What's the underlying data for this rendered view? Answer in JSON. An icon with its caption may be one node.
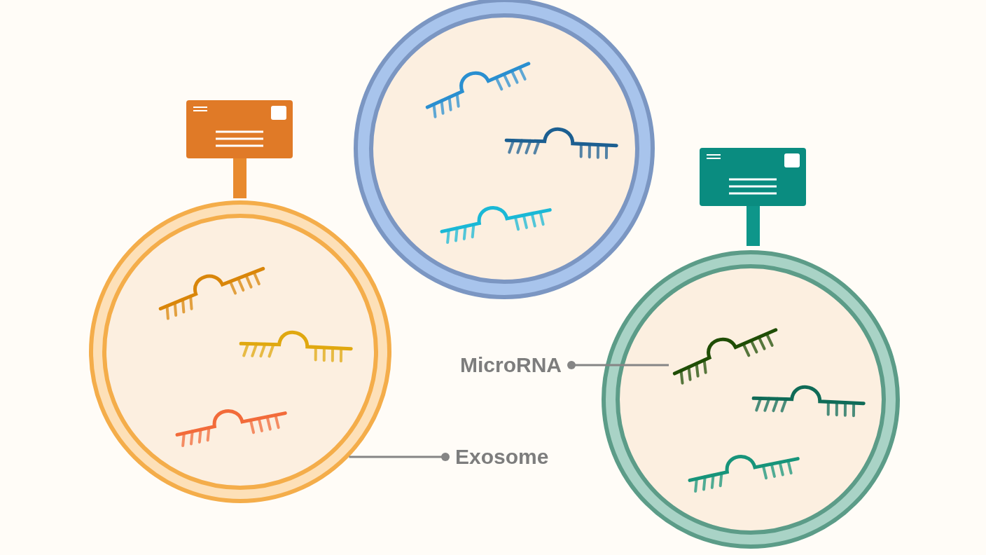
{
  "diagram": {
    "nodes": [
      {
        "text": [],
        "shape": "circle"
      },
      {
        "text": [],
        "shape": "circle"
      },
      {
        "text": [],
        "shape": "circle"
      },
      {
        "text": [],
        "shape": "picture",
        "in": 2
      },
      {
        "text": [
          "Exosome"
        ]
      },
      {
        "text": [
          "MicroRNA"
        ]
      }
    ],
    "edges": [
      {
        "from": 4,
        "to": 0,
        "arrow": "other"
      },
      {
        "from": 5,
        "to": 3,
        "arrow": "other"
      }
    ]
  }
}
